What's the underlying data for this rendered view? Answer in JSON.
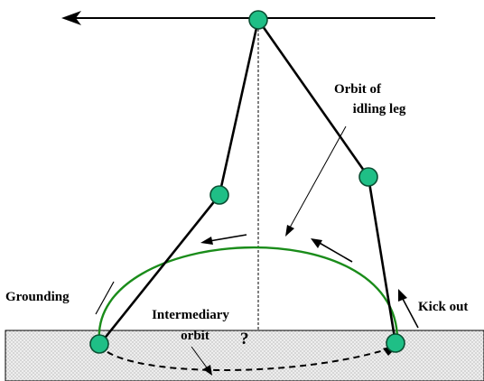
{
  "labels": {
    "orbit_line1": "Orbit of",
    "orbit_line2": "idling leg",
    "grounding": "Grounding",
    "intermediary_line1": "Intermediary",
    "intermediary_line2": "orbit",
    "question_mark": "?",
    "kick_out": "Kick out"
  },
  "colors": {
    "joint_fill": "#1fbf86",
    "joint_stroke": "#0b4f33",
    "orbit": "#1a8c1a",
    "line": "#000000",
    "ground_fill": "#e9e9e9",
    "ground_dots": "#9a9a9a"
  }
}
